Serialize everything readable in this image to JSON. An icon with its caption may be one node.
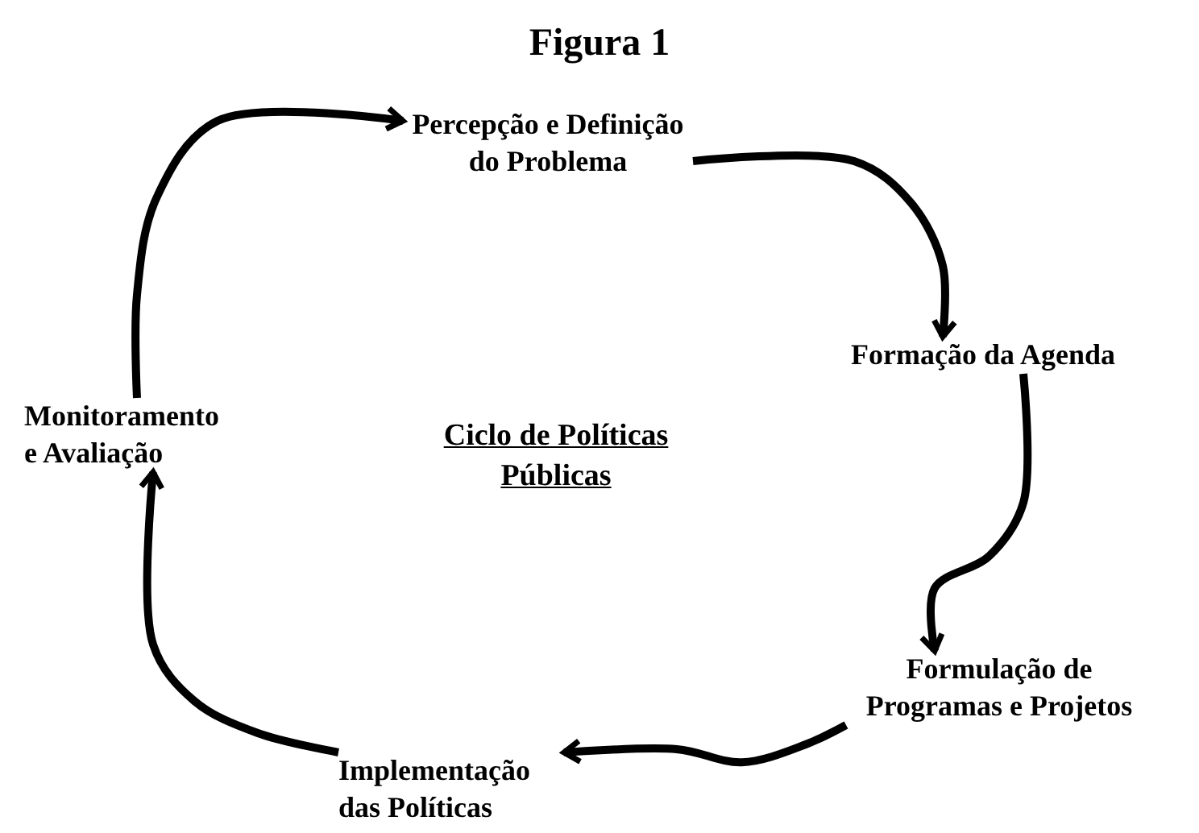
{
  "diagram": {
    "title": "Figura 1",
    "nodes": [
      {
        "text": [
          "Percepção e Definição do Problema"
        ]
      },
      {
        "text": [
          "Formação da Agenda"
        ]
      },
      {
        "text": [
          "Formulação de Programas e Projetos"
        ]
      },
      {
        "text": [
          "Implementação das Políticas"
        ]
      },
      {
        "text": [
          "Monitoramento e Avaliação"
        ]
      }
    ],
    "edges": [
      {
        "from": 0,
        "to": 1,
        "arrow": "to"
      },
      {
        "from": 1,
        "to": 2,
        "arrow": "to"
      },
      {
        "from": 2,
        "to": 3,
        "arrow": "to"
      },
      {
        "from": 3,
        "to": 4,
        "arrow": "to"
      },
      {
        "from": 4,
        "to": 0,
        "arrow": "to"
      }
    ],
    "labels": [
      "Ciclo de Políticas Públicas"
    ]
  }
}
